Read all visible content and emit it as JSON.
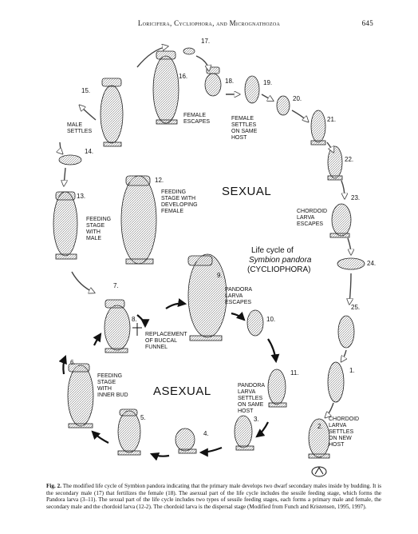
{
  "header": {
    "title": "Loricifera, Cycliophora, and Micrognathozoa",
    "page_number": "645"
  },
  "center_title": {
    "line1": "Life cycle of",
    "line2": "Symbion pandora",
    "line3": "(CYCLIOPHORA)"
  },
  "sexual_label": "SEXUAL",
  "asexual_label": "ASEXUAL",
  "stages": {
    "s1": "1.",
    "s2": "2.",
    "s3": "3.",
    "s4": "4.",
    "s5": "5.",
    "s6": "6.",
    "s7": "7.",
    "s8": "8.",
    "s9": "9.",
    "s10": "10.",
    "s11": "11.",
    "s12": "12.",
    "s13": "13.",
    "s14": "14.",
    "s15": "15.",
    "s16": "16.",
    "s17": "17.",
    "s18": "18.",
    "s19": "19.",
    "s20": "20.",
    "s21": "21.",
    "s22": "22.",
    "s23": "23.",
    "s24": "24.",
    "s25": "25."
  },
  "annotations": {
    "male_settles": [
      "MALE",
      "SETTLES"
    ],
    "female_escapes": [
      "FEMALE",
      "ESCAPES"
    ],
    "female_settles": [
      "FEMALE",
      "SETTLES",
      "ON SAME",
      "HOST"
    ],
    "feeding_developing_female": [
      "FEEDING",
      "STAGE WITH",
      "DEVELOPING",
      "FEMALE"
    ],
    "feeding_with_male": [
      "FEEDING",
      "STAGE",
      "WITH",
      "MALE"
    ],
    "chordoid_escapes": [
      "CHORDOID",
      "LARVA",
      "ESCAPES"
    ],
    "pandora_escapes": [
      "PANDORA",
      "LARVA",
      "ESCAPES"
    ],
    "replacement_buccal": [
      "REPLACEMENT",
      "OF BUCCAL",
      "FUNNEL"
    ],
    "feeding_inner_bud": [
      "FEEDING",
      "STAGE",
      "WITH",
      "INNER BUD"
    ],
    "pandora_settles": [
      "PANDORA",
      "LARVA",
      "SETTLES",
      "ON SAME",
      "HOST"
    ],
    "chordoid_settles_new": [
      "CHORDOID",
      "LARVA",
      "SETTLES",
      "ON NEW",
      "HOST"
    ]
  },
  "caption": {
    "fig_label": "Fig. 2.",
    "text": "The modified life cycle of Symbion pandora indicating that the primary male develops two dwarf secondary males inside by budding. It is the secondary male (17) that fertilizes the female (18). The asexual part of the life cycle includes the sessile feeding stage, which forms the Pandora larva (3–11). The sexual part of the life cycle includes two types of sessile feeding stages, each forms a primary male and female, the secondary male and the chordoid larva (12-2). The chordoid larva is the dispersal stage (Modified from Funch and Kristensen, 1995, 1997)."
  }
}
